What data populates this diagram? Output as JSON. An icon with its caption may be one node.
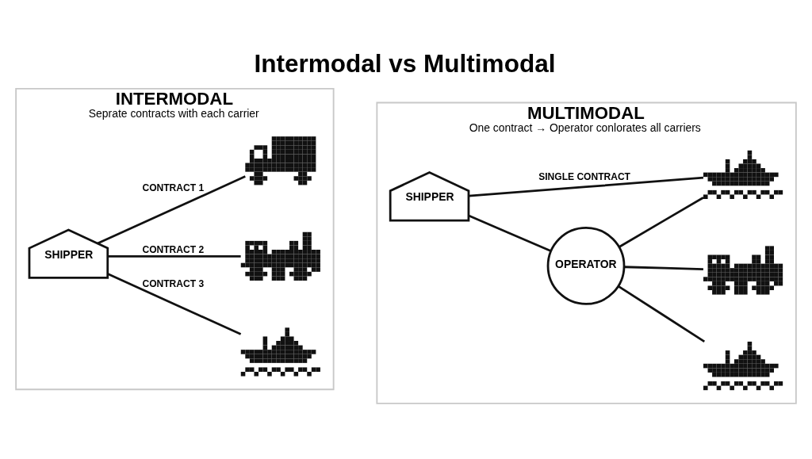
{
  "diagram": {
    "title": "Intermodal vs Multimodal",
    "nodes": [
      {
        "text": [
          "INTERMODAL",
          "Seprate contracts with each carrier"
        ]
      },
      {
        "text": [
          "SHIPPER"
        ],
        "in": 0
      },
      {
        "text": [],
        "shape": "picture",
        "in": 0
      },
      {
        "text": [],
        "shape": "picture",
        "in": 0
      },
      {
        "text": [],
        "shape": "picture",
        "in": 0
      },
      {
        "text": [
          "MULTIMODAL",
          "One contract → Operator conlorates all carriers"
        ]
      },
      {
        "text": [
          "SHIPPER"
        ],
        "in": 5
      },
      {
        "text": [
          "OPERATOR"
        ],
        "in": 5
      },
      {
        "text": [],
        "shape": "picture",
        "in": 5
      },
      {
        "text": [],
        "shape": "picture",
        "in": 5
      },
      {
        "text": [],
        "shape": "picture",
        "in": 5
      }
    ],
    "edges": [
      {
        "from": 1,
        "to": 2,
        "arrow": "none",
        "label": "CONTRACT 1"
      },
      {
        "from": 1,
        "to": 3,
        "arrow": "none",
        "label": "CONTRACT 2"
      },
      {
        "from": 1,
        "to": 4,
        "arrow": "none",
        "label": "CONTRACT 3"
      },
      {
        "from": 6,
        "to": 8,
        "arrow": "none",
        "label": "SINGLE CONTRACT"
      },
      {
        "from": 6,
        "to": 7,
        "arrow": "none"
      },
      {
        "from": 7,
        "to": 8,
        "arrow": "none"
      },
      {
        "from": 7,
        "to": 9,
        "arrow": "none"
      },
      {
        "from": 7,
        "to": 10,
        "arrow": "none"
      }
    ]
  }
}
